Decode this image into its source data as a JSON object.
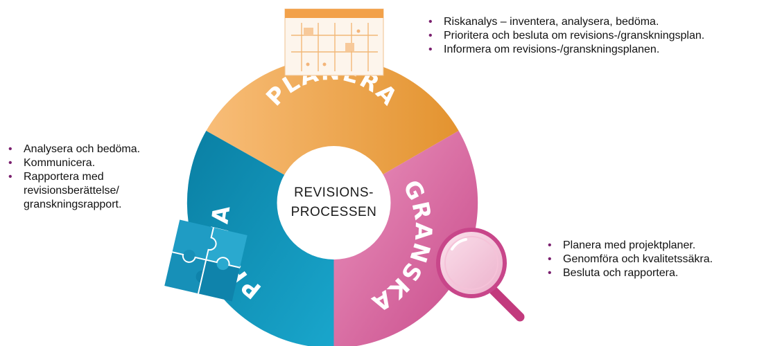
{
  "center": {
    "line1": "REVISIONS-",
    "line2": "PROCESSEN"
  },
  "segments": {
    "planera": {
      "label": "PLANERA",
      "color_start": "#f6b26b",
      "color_end": "#e59a3a"
    },
    "granska": {
      "label": "GRANSKA",
      "color_start": "#e585b4",
      "color_end": "#c94f8d"
    },
    "prova": {
      "label": "PRÖVA",
      "color_start": "#0a86aa",
      "color_end": "#1ca4c9"
    }
  },
  "lists": {
    "top": [
      "Riskanalys – inventera, analysera, bedöma.",
      "Prioritera och besluta om revisions-/granskningsplan.",
      "Informera om revisions-/granskningsplanen."
    ],
    "left": [
      "Analysera och bedöma.",
      "Kommunicera.",
      "Rapportera med revisionsberättelse/ granskningsrapport."
    ],
    "right": [
      "Planera med projektplaner.",
      "Genomföra och kvalitetssäkra.",
      "Besluta och rapportera."
    ]
  },
  "colors": {
    "bullet": "#7a1f6e",
    "text": "#111111"
  }
}
